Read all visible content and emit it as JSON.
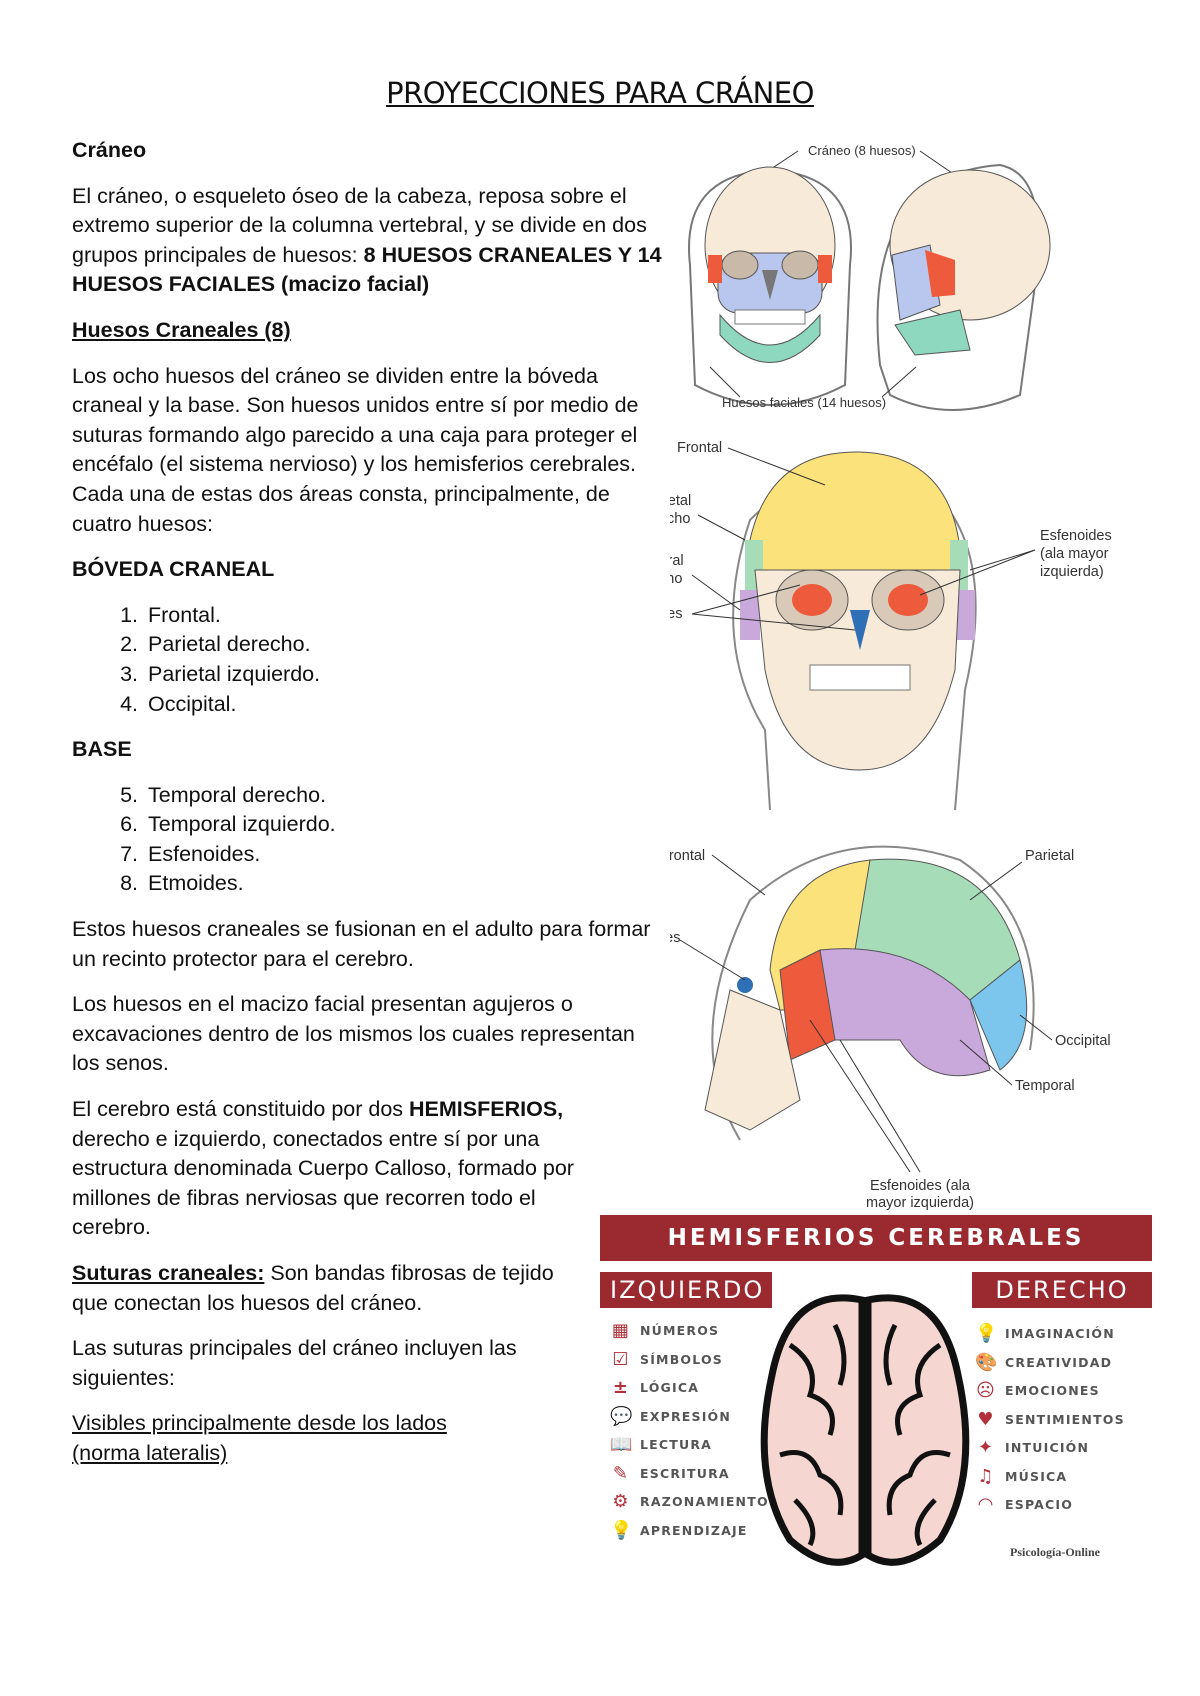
{
  "title": "PROYECCIONES PARA CRÁNEO",
  "section1": {
    "heading": "Cráneo",
    "p1_text": "El cráneo, o esqueleto óseo de la cabeza, reposa sobre el extremo superior de la columna vertebral, y se divide en dos grupos principales de huesos: ",
    "p1_bold": "8 HUESOS CRANEALES Y 14 HUESOS FACIALES (macizo facial)"
  },
  "section2": {
    "heading": "Huesos Craneales (8)",
    "p1": "Los ocho huesos del cráneo se dividen entre la bóveda craneal y la base. Son huesos unidos entre sí por medio de suturas formando algo parecido a una caja para proteger el encéfalo (el sistema nervioso) y los hemisferios cerebrales. Cada una de estas dos áreas consta, principalmente, de cuatro huesos:"
  },
  "boveda": {
    "heading": "BÓVEDA CRANEAL",
    "items": [
      "Frontal.",
      "Parietal derecho.",
      "Parietal izquierdo.",
      "Occipital."
    ]
  },
  "base": {
    "heading": "BASE",
    "items": [
      "Temporal derecho.",
      "Temporal izquierdo.",
      "Esfenoides.",
      "Etmoides."
    ]
  },
  "p_fusion": "Estos huesos craneales se fusionan en el adulto para formar un recinto protector para el cerebro.",
  "p_senos": "Los huesos en el macizo facial presentan agujeros o excavaciones dentro de los mismos los cuales representan los senos.",
  "p_cerebro": {
    "a": "El cerebro está constituido por dos ",
    "bold": "HEMISFERIOS,",
    "b": " derecho e izquierdo, conectados entre sí por una estructura denominada Cuerpo Calloso, formado por millones de fibras nerviosas que recorren todo el cerebro."
  },
  "suturas": {
    "label": "Suturas craneales:",
    "text": " Son bandas fibrosas de tejido que conectan los huesos del cráneo."
  },
  "p_principales": "Las suturas principales del cráneo incluyen las siguientes:",
  "p_visibles": "Visibles principalmente desde los lados (norma lateralis)",
  "fig1": {
    "top": "Cráneo (8 huesos)",
    "bottom": "Huesos faciales (14 huesos)"
  },
  "fig2": {
    "frontal": "Frontal",
    "parietal1": "Parietal",
    "parietal2": "derecho",
    "temporal1": "Temporal",
    "temporal2": "derecho",
    "etmoides": "Etmoides",
    "esf1": "Esfenoides",
    "esf2": "(ala mayor",
    "esf3": "izquierda)"
  },
  "fig3": {
    "frontal": "Frontal",
    "parietal": "Parietal",
    "etmoides": "Etmoides",
    "occipital": "Occipital",
    "temporal": "Temporal",
    "esf1": "Esfenoides (ala",
    "esf2": "mayor izquierda)"
  },
  "infographic": {
    "title": "HEMISFERIOS CEREBRALES",
    "left_label": "IZQUIERDO",
    "right_label": "DERECHO",
    "left_items": [
      {
        "icon": "calculator",
        "label": "NÚMEROS"
      },
      {
        "icon": "checkbox",
        "label": "SÍMBOLOS"
      },
      {
        "icon": "math-symbols",
        "label": "LÓGICA"
      },
      {
        "icon": "speech-bubbles",
        "label": "EXPRESIÓN"
      },
      {
        "icon": "book",
        "label": "LECTURA"
      },
      {
        "icon": "pen",
        "label": "ESCRITURA"
      },
      {
        "icon": "head-gear",
        "label": "RAZONAMIENTO"
      },
      {
        "icon": "lightbulb",
        "label": "APRENDIZAJE"
      }
    ],
    "right_items": [
      {
        "icon": "lightbulb",
        "label": "IMAGINACIÓN"
      },
      {
        "icon": "palette",
        "label": "CREATIVIDAD"
      },
      {
        "icon": "sad-face",
        "label": "EMOCIONES"
      },
      {
        "icon": "heart",
        "label": "SENTIMIENTOS"
      },
      {
        "icon": "stars",
        "label": "INTUICIÓN"
      },
      {
        "icon": "music-note",
        "label": "MÚSICA"
      },
      {
        "icon": "rainbow",
        "label": "ESPACIO"
      }
    ],
    "logo": "Psicología-Online",
    "colors": {
      "banner": "#9b2a30",
      "brain": "#f6d6d0"
    }
  },
  "colors": {
    "frontal": "#fbe27a",
    "parietal": "#a6dcb8",
    "temporal": "#c9a8dc",
    "occipital": "#7cc6ee",
    "esfenoides": "#ee5a3c",
    "etmoides": "#2e6fb5",
    "bone": "#f7ead8",
    "facial_blue": "#b9c7ee",
    "mandible": "#8fd8c0"
  }
}
